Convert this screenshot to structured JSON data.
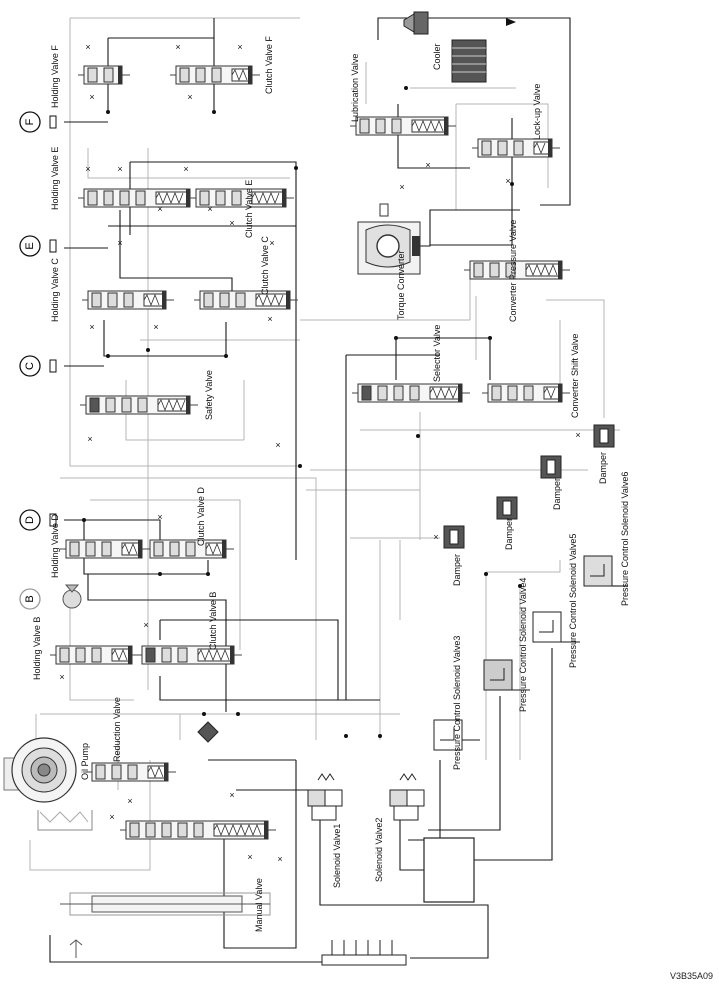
{
  "labels": {
    "holding_valve_f": "Holding Valve F",
    "clutch_valve_f": "Clutch Valve F",
    "holding_valve_e": "Holding Valve E",
    "clutch_valve_e": "Clutch Valve E",
    "holding_valve_c": "Holding Valve C",
    "clutch_valve_c": "Clutch Valve C",
    "safety_valve": "Safety Valve",
    "holding_valve_d": "Holding Valve D",
    "clutch_valve_d": "Clutch Valve D",
    "holding_valve_b": "Holding Valve B",
    "clutch_valve_b": "Clutch Valve B",
    "oil_pump": "Oil Pump",
    "reduction_valve": "Reduction Valve",
    "manual_valve": "Manual Valve",
    "solenoid_valve1": "Solenoid Valve1",
    "solenoid_valve2": "Solenoid Valve2",
    "pcsv3": "Pressure Control Solenoid Valve3",
    "pcsv4": "Pressure Control Solenoid Valve4",
    "pcsv5": "Pressure Control Solenoid Valve5",
    "pcsv6": "Pressure Control Solenoid Valve6",
    "damper": "Damper",
    "converter_shift_valve": "Converter Shift Valve",
    "selector_valve": "Selector Valve",
    "converter_pressure_valve": "Converter Pressure Valve",
    "torque_converter": "Torque Converter",
    "lockup_valve": "Lock-up Valve",
    "lubrication_valve": "Lubrication Valve",
    "cooler": "Cooler"
  },
  "clutches": {
    "f": "F",
    "e": "E",
    "c": "C",
    "d": "D",
    "b": "B"
  },
  "figure_code": "V3B35A09"
}
